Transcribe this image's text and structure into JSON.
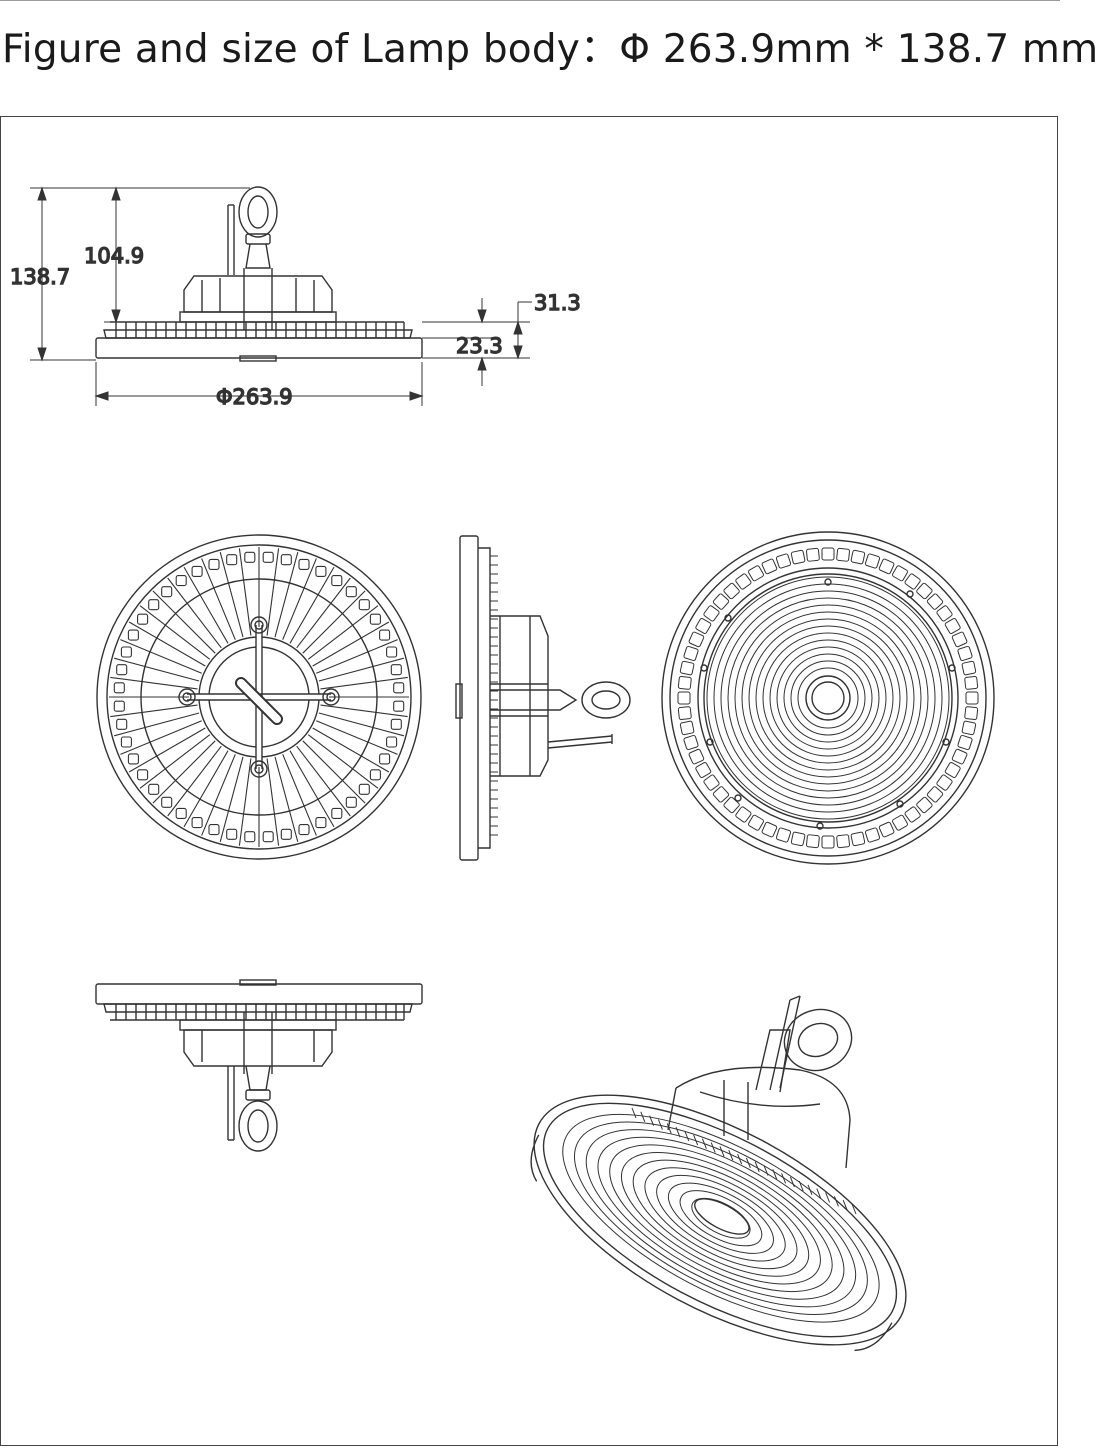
{
  "title": "Figure and size of Lamp body：Φ 263.9mm * 138.7 mm",
  "dimensions": {
    "overall_height": "138.7",
    "body_height": "104.9",
    "fin_offset": "31.3",
    "base_height": "23.3",
    "diameter": "Φ263.9"
  },
  "views": [
    {
      "name": "front-elevation"
    },
    {
      "name": "top-view"
    },
    {
      "name": "side-elevation"
    },
    {
      "name": "bottom-view"
    },
    {
      "name": "inverted-elevation"
    },
    {
      "name": "isometric-view"
    }
  ]
}
